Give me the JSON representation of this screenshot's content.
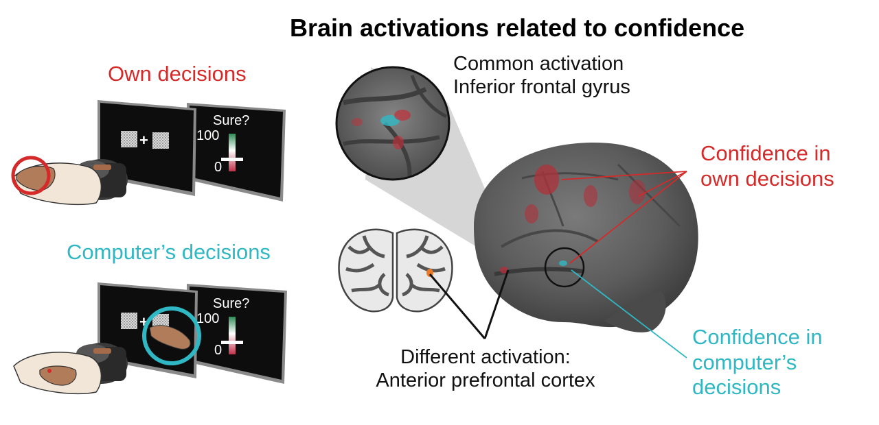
{
  "title": "Brain activations related to confidence",
  "panels": {
    "own": {
      "label": "Own decisions",
      "screen_question": "Sure?",
      "scale_top": "100",
      "scale_bottom": "0"
    },
    "computer": {
      "label": "Computer’s decisions",
      "screen_question": "Sure?",
      "scale_top": "100",
      "scale_bottom": "0"
    }
  },
  "annotations": {
    "common": {
      "line1": "Common activation",
      "line2": "Inferior frontal gyrus"
    },
    "own_confidence": {
      "line1": "Confidence in",
      "line2": "own decisions"
    },
    "computer_confidence": {
      "line1": "Confidence in",
      "line2": "computer’s",
      "line3": "decisions"
    },
    "different": {
      "line1": "Different activation:",
      "line2": "Anterior prefrontal cortex"
    }
  },
  "colors": {
    "own": "#d42a2a",
    "computer": "#2fb8c4",
    "screen": "#0d0d0d",
    "brain": "#5a5a5a"
  }
}
